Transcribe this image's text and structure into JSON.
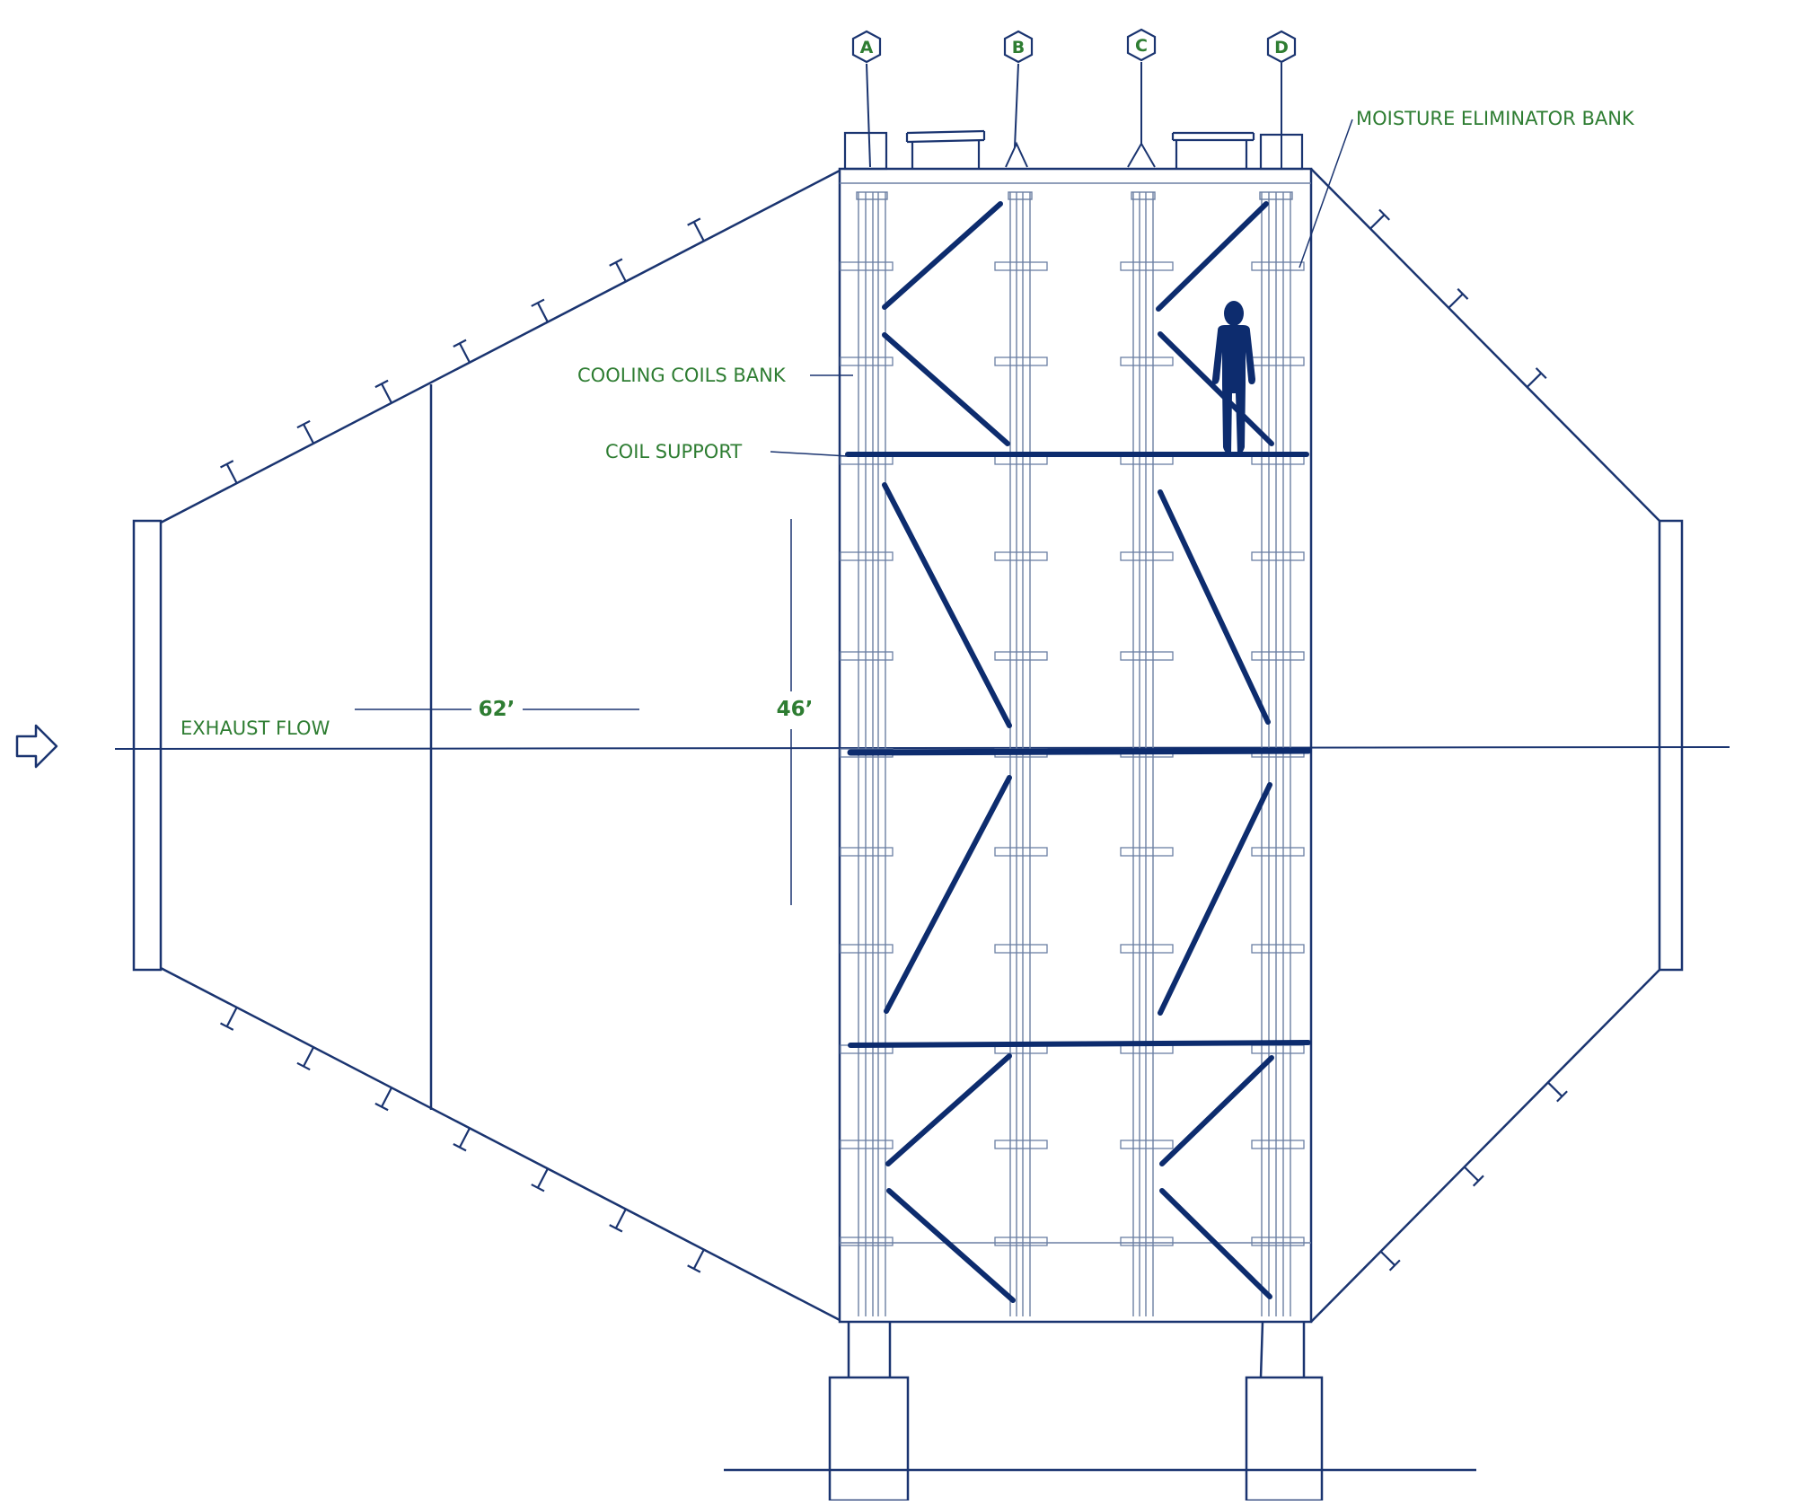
{
  "colors": {
    "line": "#1a3470",
    "heavy": "#0d2c6e",
    "thin": "#6b7fa3",
    "label": "#2e7d32",
    "background": "#ffffff"
  },
  "icons": {
    "flow_arrow": "right-arrow-icon",
    "person": "person-icon"
  },
  "labels": {
    "moisture_eliminator": "MOISTURE ELIMINATOR BANK",
    "cooling_coils": "COOLING COILS BANK",
    "coil_support": "COIL SUPPORT",
    "exhaust_flow": "EXHAUST FLOW"
  },
  "dimensions": {
    "length": "62’",
    "height": "46’"
  },
  "grid_markers": [
    "A",
    "B",
    "C",
    "D"
  ]
}
